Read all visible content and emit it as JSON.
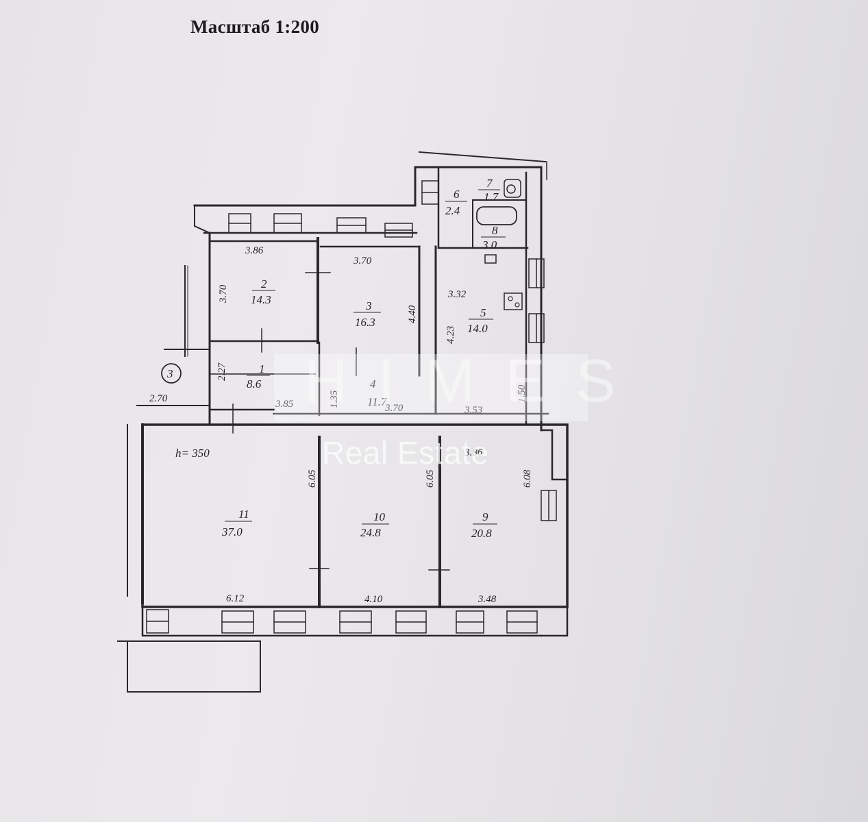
{
  "title": "Масштаб 1:200",
  "height_note": "h= 350",
  "entrance_marker": "3",
  "rooms": [
    {
      "id": "room-1",
      "number": "1",
      "area": "8.6"
    },
    {
      "id": "room-2",
      "number": "2",
      "area": "14.3"
    },
    {
      "id": "room-3",
      "number": "3",
      "area": "16.3"
    },
    {
      "id": "room-4",
      "number": "4",
      "area": "11.7"
    },
    {
      "id": "room-5",
      "number": "5",
      "area": "14.0"
    },
    {
      "id": "room-6",
      "number": "6",
      "area": "2.4"
    },
    {
      "id": "room-7",
      "number": "7",
      "area": "1.7"
    },
    {
      "id": "room-8",
      "number": "8",
      "area": "3.0"
    },
    {
      "id": "room-9",
      "number": "9",
      "area": "20.8"
    },
    {
      "id": "room-10",
      "number": "10",
      "area": "24.8"
    },
    {
      "id": "room-11",
      "number": "11",
      "area": "37.0"
    }
  ],
  "dimensions": [
    "3.86",
    "3.70",
    "3.70",
    "4.40",
    "3.32",
    "4.23",
    "2.27",
    "2.70",
    "3.85",
    "1.35",
    "3.70",
    "3.53",
    "1.50",
    "3.86",
    "6.05",
    "6.05",
    "6.08",
    "6.12",
    "4.10",
    "3.48"
  ],
  "watermark": {
    "brand": "HIMES",
    "sub": "Real Estate"
  }
}
